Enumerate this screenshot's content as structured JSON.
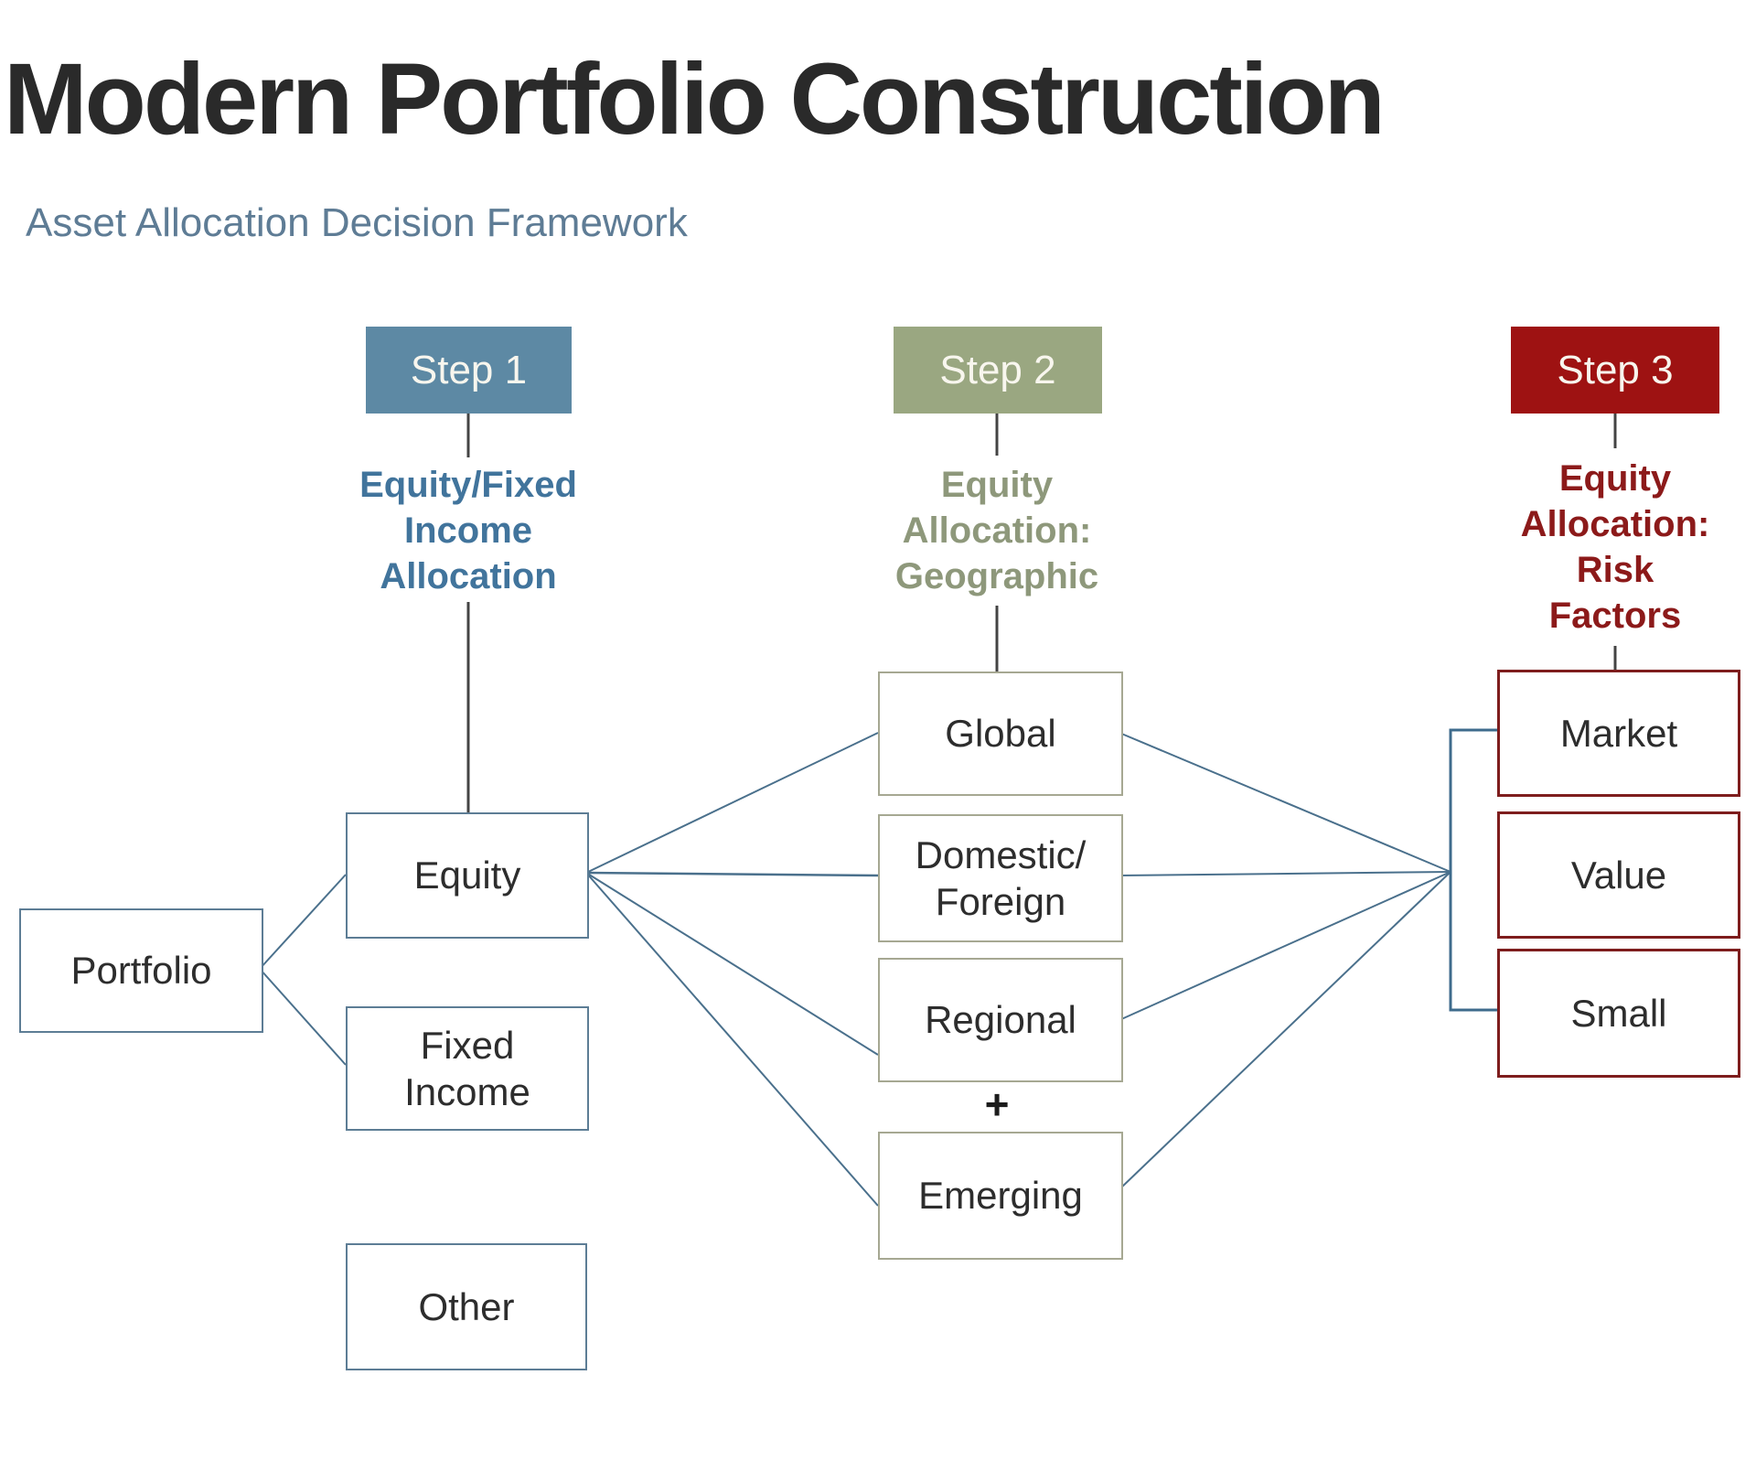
{
  "header": {
    "title": "Modern Portfolio Construction",
    "subtitle": "Asset Allocation Decision Framework"
  },
  "steps": [
    {
      "label": "Step 1",
      "caption_lines": [
        "Equity/Fixed",
        "Income",
        "Allocation"
      ]
    },
    {
      "label": "Step 2",
      "caption_lines": [
        "Equity",
        "Allocation:",
        "Geographic"
      ]
    },
    {
      "label": "Step 3",
      "caption_lines": [
        "Equity",
        "Allocation:",
        "Risk",
        "Factors"
      ]
    }
  ],
  "nodes": {
    "portfolio": {
      "lines": [
        "Portfolio"
      ]
    },
    "equity": {
      "lines": [
        "Equity"
      ]
    },
    "fixed_income": {
      "lines": [
        "Fixed",
        "Income"
      ]
    },
    "other": {
      "lines": [
        "Other"
      ]
    },
    "global": {
      "lines": [
        "Global"
      ]
    },
    "domestic_foreign": {
      "lines": [
        "Domestic/",
        "Foreign"
      ]
    },
    "regional": {
      "lines": [
        "Regional"
      ]
    },
    "plus_sign": "+",
    "emerging": {
      "lines": [
        "Emerging"
      ]
    },
    "market": {
      "lines": [
        "Market"
      ]
    },
    "value": {
      "lines": [
        "Value"
      ]
    },
    "small": {
      "lines": [
        "Small"
      ]
    }
  },
  "colors": {
    "step1_fill": "#5d89a4",
    "step2_fill": "#9aa781",
    "step3_fill": "#9e1212",
    "step1_caption": "#41749c",
    "step2_caption": "#8e987b",
    "step3_caption": "#8c1a1a",
    "left_box_border": "#5d7d95",
    "middle_box_border": "#a6a892",
    "right_box_border": "#7e1d1d",
    "connector_line": "#4a708c",
    "bracket_line": "#3e6b8c",
    "stub_line": "#444444",
    "title_text": "#2a2a2a",
    "subtitle_text": "#5e7c95",
    "node_text": "#2d2d2d"
  }
}
